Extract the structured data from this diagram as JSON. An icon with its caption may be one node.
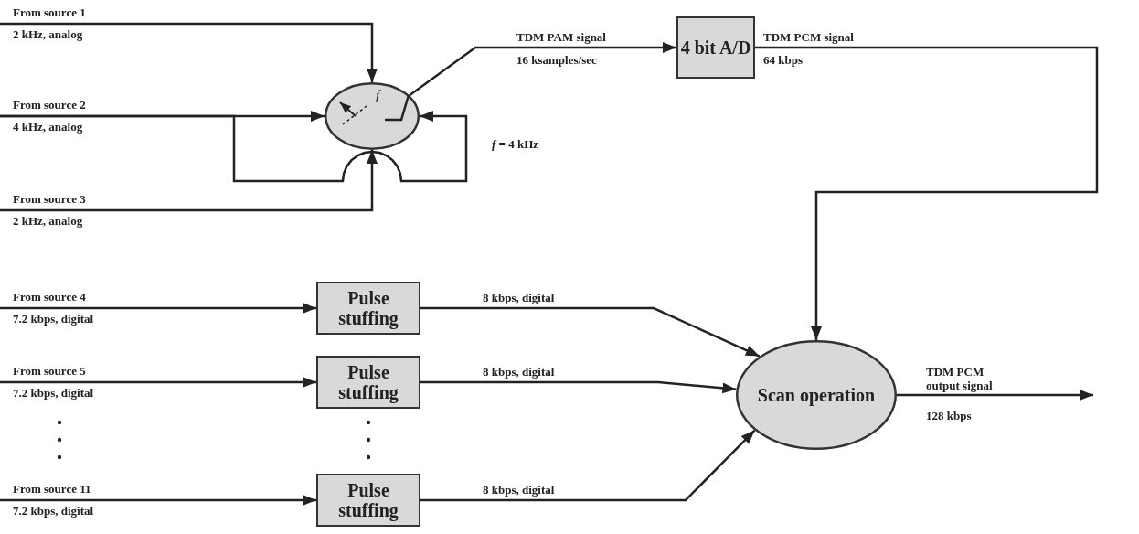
{
  "diagram": {
    "nodes": [
      {
        "text": [
          "From source 1",
          "2 kHz, analog"
        ]
      },
      {
        "text": [
          "From source 2",
          "4 kHz, analog"
        ]
      },
      {
        "text": [
          "From source 3",
          "2 kHz, analog"
        ]
      },
      {
        "text": [
          "f"
        ]
      },
      {
        "text": [
          "4 bit A/D"
        ]
      },
      {
        "text": [
          "From source 4",
          "7.2 kbps, digital"
        ]
      },
      {
        "text": [
          "Pulse stuffing"
        ]
      },
      {
        "text": [
          "From source 5",
          "7.2 kbps, digital"
        ]
      },
      {
        "text": [
          "Pulse stuffing"
        ]
      },
      {
        "text": [
          "From source 11",
          "7.2 kbps, digital"
        ]
      },
      {
        "text": [
          "Pulse stuffing"
        ]
      },
      {
        "text": [
          "Scan operation"
        ]
      }
    ],
    "edges": [
      {
        "from": 0,
        "to": 3,
        "arrow": "to"
      },
      {
        "from": 1,
        "to": 3,
        "arrow": "to"
      },
      {
        "from": 1,
        "to": 3,
        "arrow": "to",
        "label": "*f* = 4 kHz"
      },
      {
        "from": 2,
        "to": 3,
        "arrow": "to"
      },
      {
        "from": 3,
        "to": 4,
        "arrow": "to"
      },
      {
        "from": 4,
        "to": 11,
        "arrow": "to"
      },
      {
        "from": 5,
        "to": 6,
        "arrow": "to"
      },
      {
        "from": 6,
        "to": 11,
        "arrow": "to"
      },
      {
        "from": 7,
        "to": 8,
        "arrow": "to"
      },
      {
        "from": 8,
        "to": 11,
        "arrow": "to"
      },
      {
        "from": 9,
        "to": 10,
        "arrow": "to"
      },
      {
        "from": 10,
        "to": 11,
        "arrow": "to"
      },
      {
        "from": 11,
        "to": null,
        "arrow": "to"
      }
    ],
    "labels": [
      "TDM PAM signal",
      "16 ksamples/sec",
      "TDM PCM signal",
      "64 kbps",
      "8 kbps, digital",
      "8 kbps, digital",
      "TDM PCM output signal",
      "128 kbps",
      "8 kbps, digital"
    ]
  }
}
